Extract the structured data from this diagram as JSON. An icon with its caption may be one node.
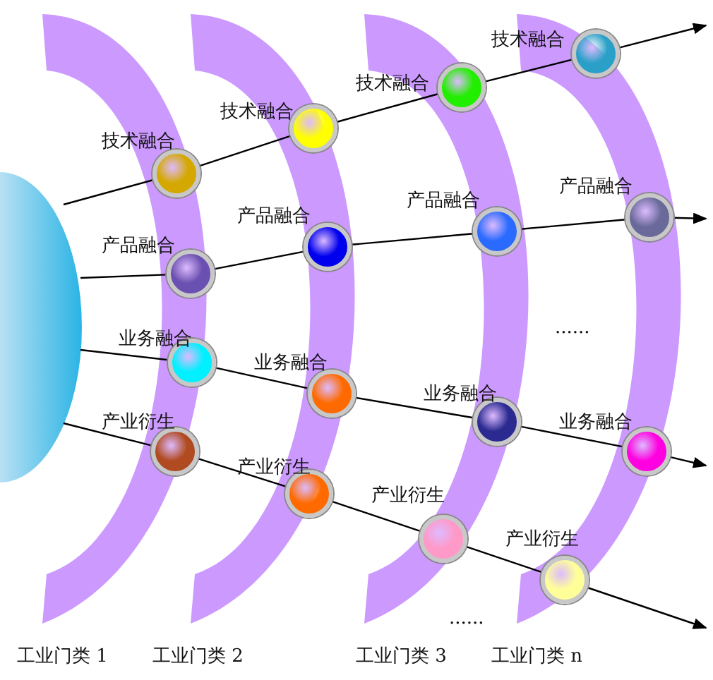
{
  "diagram": {
    "nodes": [
      {
        "text": [],
        "shape": "ellipse"
      },
      {
        "text": [
          "技术融合"
        ]
      },
      {
        "text": [
          "技术融合"
        ]
      },
      {
        "text": [
          "技术融合"
        ]
      },
      {
        "text": [
          "技术融合"
        ]
      },
      {
        "text": [
          "产品融合"
        ]
      },
      {
        "text": [
          "产品融合"
        ]
      },
      {
        "text": [
          "产品融合"
        ]
      },
      {
        "text": [
          "产品融合"
        ]
      },
      {
        "text": [
          "业务融合"
        ]
      },
      {
        "text": [
          "业务融合"
        ]
      },
      {
        "text": [
          "业务融合"
        ]
      },
      {
        "text": [
          "业务融合"
        ]
      },
      {
        "text": [
          "产业衍生"
        ]
      },
      {
        "text": [
          "产业衍生"
        ]
      },
      {
        "text": [
          "产业衍生"
        ]
      },
      {
        "text": [
          "产业衍生"
        ]
      }
    ],
    "edges": [
      {
        "from": 0,
        "to": 1,
        "arrow": "none"
      },
      {
        "from": 1,
        "to": 2,
        "arrow": "none"
      },
      {
        "from": 2,
        "to": 3,
        "arrow": "none"
      },
      {
        "from": 3,
        "to": 4,
        "arrow": "none"
      },
      {
        "from": 4,
        "to": null,
        "arrow": "to"
      },
      {
        "from": 0,
        "to": 5,
        "arrow": "none"
      },
      {
        "from": 5,
        "to": 6,
        "arrow": "none"
      },
      {
        "from": 6,
        "to": 7,
        "arrow": "none"
      },
      {
        "from": 7,
        "to": 8,
        "arrow": "none"
      },
      {
        "from": 8,
        "to": null,
        "arrow": "to"
      },
      {
        "from": 0,
        "to": 9,
        "arrow": "none"
      },
      {
        "from": 9,
        "to": 10,
        "arrow": "none"
      },
      {
        "from": 10,
        "to": 11,
        "arrow": "none"
      },
      {
        "from": 11,
        "to": 12,
        "arrow": "none"
      },
      {
        "from": 12,
        "to": null,
        "arrow": "to"
      },
      {
        "from": 0,
        "to": 13,
        "arrow": "none"
      },
      {
        "from": 13,
        "to": 14,
        "arrow": "none"
      },
      {
        "from": 14,
        "to": 15,
        "arrow": "none"
      },
      {
        "from": 15,
        "to": 16,
        "arrow": "none"
      },
      {
        "from": 16,
        "to": null,
        "arrow": "to"
      }
    ],
    "labels": [
      "......",
      "......",
      "工业门类 1",
      "工业门类 2",
      "工业门类 3",
      "工业门类 n"
    ]
  }
}
